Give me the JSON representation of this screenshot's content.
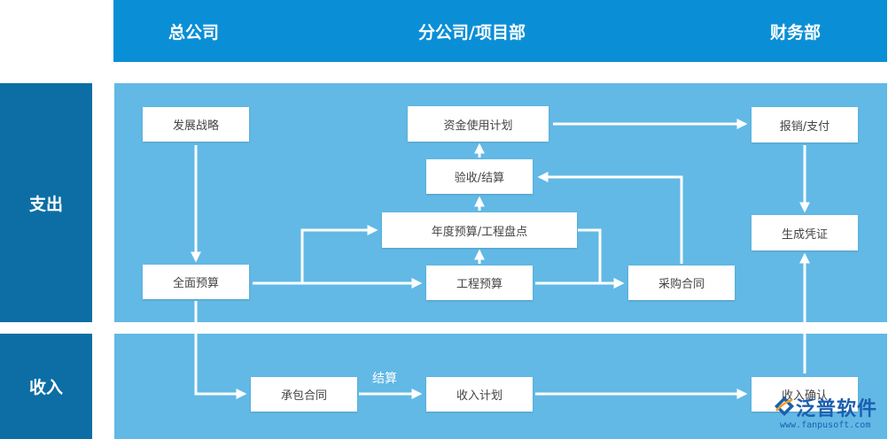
{
  "header": {
    "columns": [
      "总公司",
      "分公司/项目部",
      "财务部"
    ]
  },
  "rows": {
    "expense": "支出",
    "income": "收入"
  },
  "nodes": {
    "strategy": "发展战略",
    "full_budget": "全面预算",
    "fund_plan": "资金使用计划",
    "acceptance": "验收/结算",
    "annual_budget": "年度预算/工程盘点",
    "project_budget": "工程预算",
    "procurement": "采购合同",
    "reimburse": "报销/支付",
    "voucher": "生成凭证",
    "contract": "承包合同",
    "income_plan": "收入计划",
    "income_confirm": "收入确认"
  },
  "edge_labels": {
    "settlement": "结算"
  },
  "brand": {
    "name": "泛普软件",
    "url": "www.fanpusoft.com"
  },
  "colors": {
    "header": "#0a8fd6",
    "side": "#0c6ea4",
    "panel": "#62b9e5",
    "node": "#ffffff",
    "arrow": "#ffffff"
  }
}
